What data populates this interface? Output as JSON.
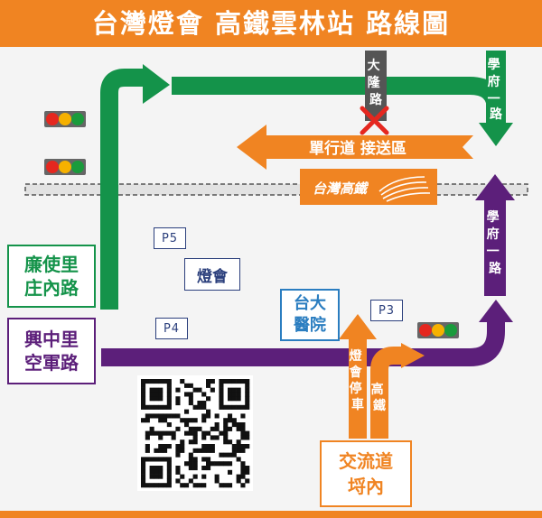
{
  "header": {
    "title": "台灣燈會 高鐵雲林站 路線圖"
  },
  "roads": {
    "dalong": "大隆路",
    "xuefu_top": "學府一路",
    "xuefu_right": "學府一路",
    "oneway": "單行道  接送區",
    "deng_parking": "燈會停車",
    "hsr_lane": "高鐵"
  },
  "logo_text": "台灣高鐵",
  "labels": {
    "lianshi": "廉使里\n庄內路",
    "xingzhong": "興中里\n空軍路",
    "denghui": "燈會",
    "ntu_hospital": "台大\n醫院",
    "interchange": "交流道\n埒內"
  },
  "parking": [
    "P5",
    "P4",
    "P3"
  ],
  "colors": {
    "header": "#f08422",
    "green": "#14934a",
    "purple": "#5c1f7a",
    "orange": "#f08422",
    "gray_road": "#555555",
    "navy": "#2b3f7c",
    "red_x": "#e5271f"
  }
}
